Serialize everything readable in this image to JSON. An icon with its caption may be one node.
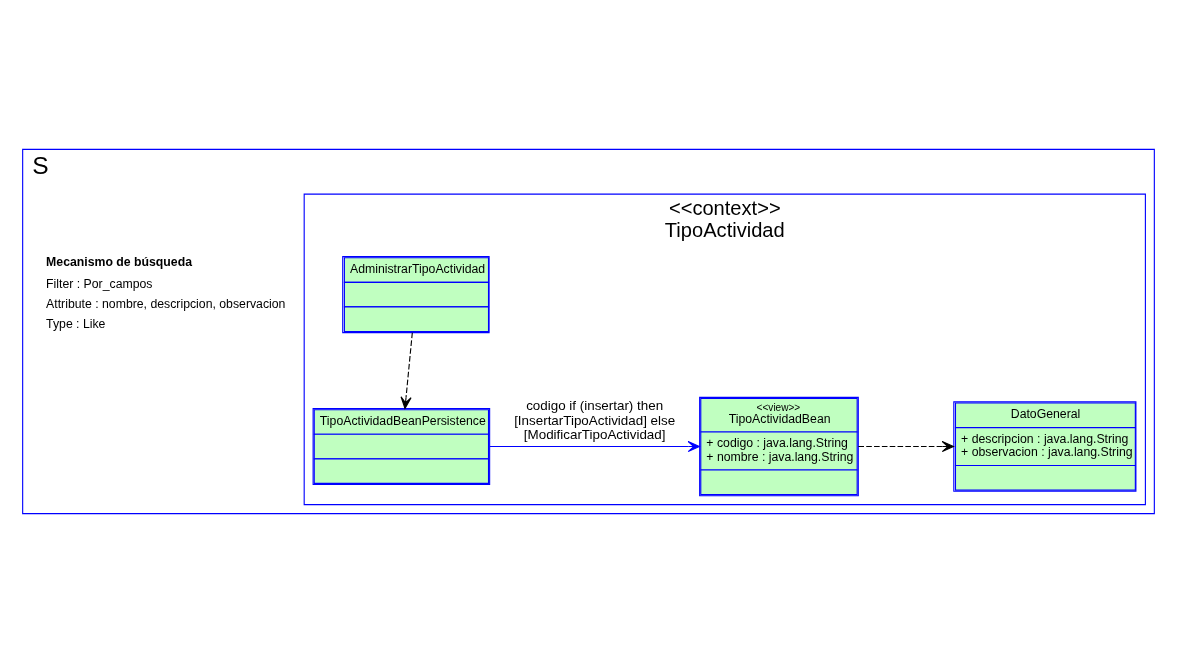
{
  "diagram": {
    "nodes": [
      {
        "text": [
          "S"
        ]
      },
      {
        "text": [
          "<<context>>",
          "TipoActividad"
        ],
        "in": 0
      },
      {
        "text": [
          "AdministrarTipoActividad"
        ],
        "in": 1
      },
      {
        "text": [
          "TipoActividadBeanPersistence"
        ],
        "in": 1
      },
      {
        "text": [
          "<<view>>",
          "TipoActividadBean",
          "+ codigo : java.lang.String",
          "+ nombre : java.lang.String"
        ],
        "in": 1
      },
      {
        "text": [
          "DatoGeneral",
          "+ descripcion : java.lang.String",
          "+ observacion : java.lang.String"
        ],
        "in": 1
      },
      {
        "text": [
          "Mecanismo de búsqueda",
          "Filter : Por_campos",
          "Attribute : nombre, descripcion, observacion",
          "Type : Like"
        ],
        "in": 0
      }
    ],
    "edges": [
      {
        "from": 2,
        "to": 3,
        "arrow": "to",
        "style": "dashed"
      },
      {
        "from": 3,
        "to": 4,
        "arrow": "to",
        "label": "codigo if (insertar) then [InsertarTipoActividad] else [ModificarTipoActividad]",
        "color": "#0000ff"
      },
      {
        "from": 4,
        "to": 5,
        "arrow": "to",
        "style": "dashed"
      }
    ]
  }
}
